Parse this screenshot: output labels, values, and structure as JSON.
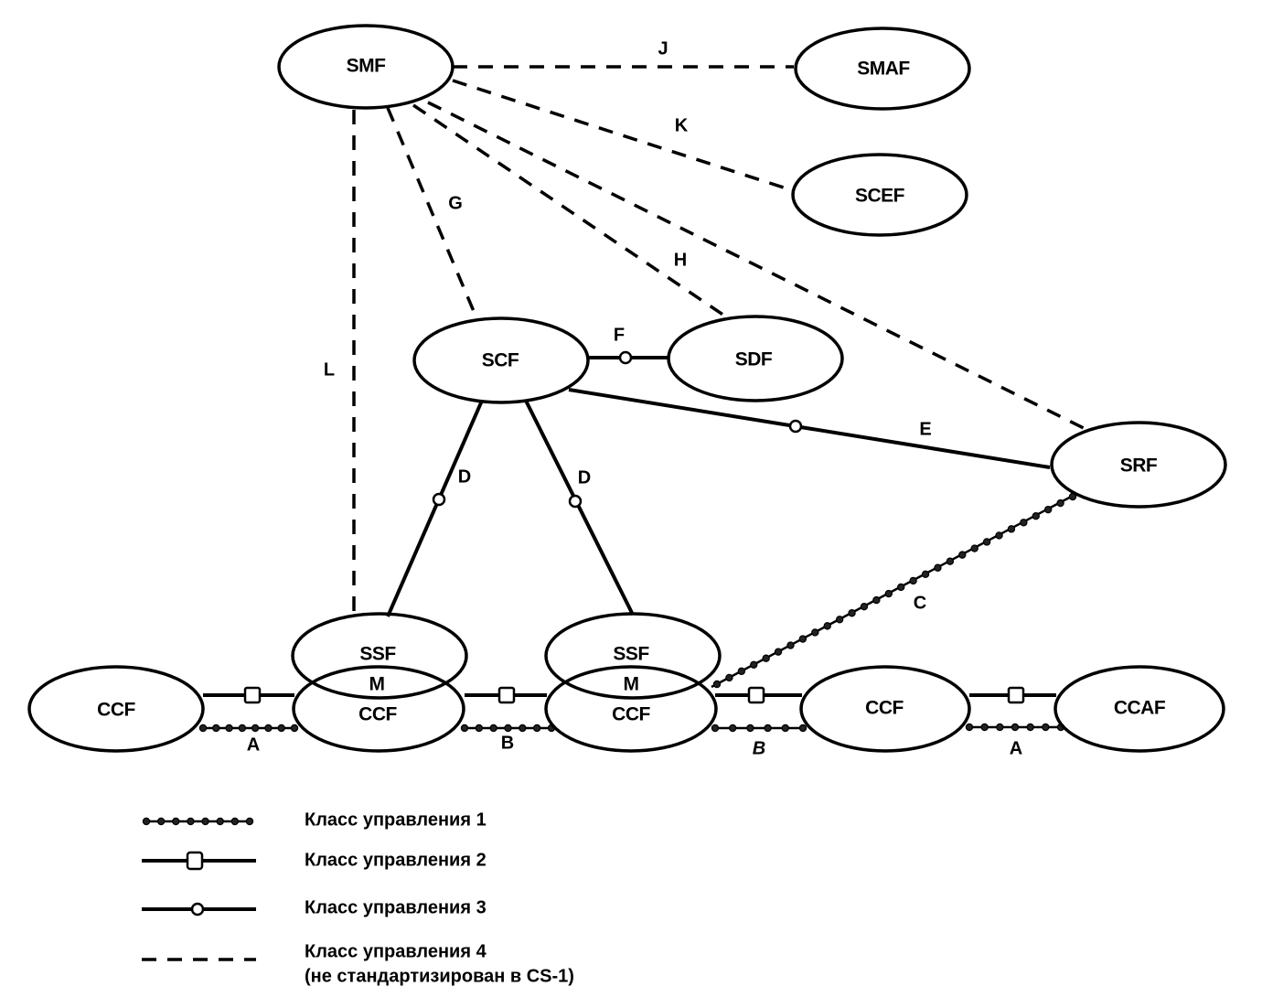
{
  "diagram": {
    "nodes": {
      "smf": "SMF",
      "smaf": "SMAF",
      "scef": "SCEF",
      "scf": "SCF",
      "sdf": "SDF",
      "srf": "SRF",
      "ssf1": "SSF",
      "m1": "M",
      "ccf1": "CCF",
      "ssf2": "SSF",
      "m2": "M",
      "ccf2": "CCF",
      "ccf_left": "CCF",
      "ccf_right": "CCF",
      "ccaf": "CCAF"
    },
    "links": {
      "j": "J",
      "k": "K",
      "g": "G",
      "h": "H",
      "l": "L",
      "f": "F",
      "e": "E",
      "d1": "D",
      "d2": "D",
      "c": "C",
      "a_left": "A",
      "b_left": "B",
      "b_right": "B",
      "a_right": "A"
    }
  },
  "legend": {
    "class1": "Класс управления  1",
    "class2": "Класс управления 2",
    "class3": "Класс управления 3",
    "class4": "Класс управления 4",
    "class4_note": "(не стандартизирован в CS-1)"
  }
}
